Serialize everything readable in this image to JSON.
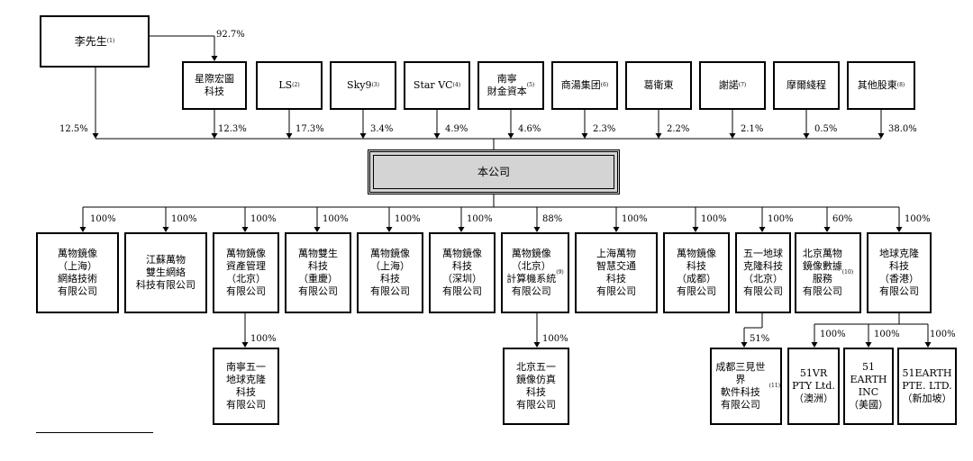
{
  "shareholders": {
    "mr_li": {
      "name": "李先生",
      "note": "(1)",
      "to_xingji_pct": "92.7%",
      "to_company_pct": "12.5%"
    },
    "xingji": {
      "name": "星際宏圖\n科技",
      "pct": "12.3%"
    },
    "ls": {
      "name": "LS",
      "note": "(2)",
      "pct": "17.3%"
    },
    "sky9": {
      "name": "Sky9",
      "note": "(3)",
      "pct": "3.4%"
    },
    "starvc": {
      "name": "Star VC",
      "note": "(4)",
      "pct": "4.9%"
    },
    "nanning": {
      "name": "南寧\n財金資本",
      "note": "(5)",
      "pct": "4.6%"
    },
    "shangtang": {
      "name": "商湯集团",
      "note": "(6)",
      "pct": "2.3%"
    },
    "ge": {
      "name": "葛衛東",
      "pct": "2.2%"
    },
    "xie": {
      "name": "謝諾",
      "note": "(7)",
      "pct": "2.1%"
    },
    "moer": {
      "name": "摩爾綫程",
      "pct": "0.5%"
    },
    "others": {
      "name": "其他股東",
      "note": "(8)",
      "pct": "38.0%"
    }
  },
  "company": {
    "name": "本公司"
  },
  "subsidiaries": [
    {
      "name": "萬物鏡像\n（上海）\n網絡技術\n有限公司",
      "pct": "100%"
    },
    {
      "name": "江蘇萬物\n雙生網絡\n科技有限公司",
      "pct": "100%"
    },
    {
      "name": "萬物鏡像\n資產管理\n（北京）\n有限公司",
      "pct": "100%"
    },
    {
      "name": "萬物雙生\n科技\n（重慶）\n有限公司",
      "pct": "100%"
    },
    {
      "name": "萬物鏡像\n（上海）\n科技\n有限公司",
      "pct": "100%"
    },
    {
      "name": "萬物鏡像\n科技\n（深圳）\n有限公司",
      "pct": "100%"
    },
    {
      "name": "萬物鏡像\n（北京）\n計算機系統\n有限公司",
      "note": "(9)",
      "pct": "88%"
    },
    {
      "name": "上海萬物\n智慧交通\n科技\n有限公司",
      "pct": "100%"
    },
    {
      "name": "萬物鏡像\n科技\n（成都）\n有限公司",
      "pct": "100%"
    },
    {
      "name": "五一地球\n克隆科技\n（北京）\n有限公司",
      "pct": "100%"
    },
    {
      "name": "北京萬物\n鏡像數據\n服務\n有限公司",
      "note": "(10)",
      "pct": "60%"
    },
    {
      "name": "地球克隆\n科技\n（香港）\n有限公司",
      "pct": "100%"
    }
  ],
  "second_level": [
    {
      "name": "南寧五一\n地球克隆\n科技\n有限公司",
      "pct": "100%"
    },
    {
      "name": "北京五一\n鏡像仿真\n科技\n有限公司",
      "pct": "100%"
    },
    {
      "name": "成都三見世界\n軟件科技\n有限公司",
      "note": "(11)",
      "pct": "51%"
    },
    {
      "name": "51VR\nPTY Ltd.\n（澳洲）",
      "pct": "100%"
    },
    {
      "name": "51\nEARTH\nINC\n（美國）",
      "pct": "100%"
    },
    {
      "name": "51EARTH\nPTE. LTD.\n（新加坡）",
      "pct": "100%"
    }
  ]
}
